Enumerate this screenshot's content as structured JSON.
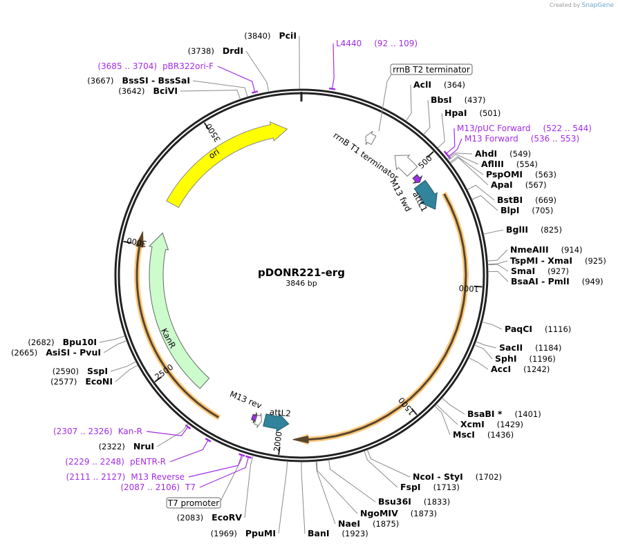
{
  "credit": {
    "prefix": "Created by",
    "brand": "SnapGene"
  },
  "plasmid": {
    "name": "pDONR221-erg",
    "length_label": "3846 bp",
    "length": 3846
  },
  "ticks": [
    "500",
    "1000",
    "1500",
    "2000",
    "2500",
    "3000",
    "3500"
  ],
  "colors": {
    "primer": "#a22be6",
    "ori": "#ffff00",
    "kanr": "#ccfccc",
    "att": "#31849b",
    "orange": "#fcc97b",
    "backbone": "#222222"
  },
  "features": [
    {
      "name": "ori",
      "start": 3194,
      "end": 3787,
      "color": "#ffff00"
    },
    {
      "name": "KanR",
      "start": 2370,
      "end": 3066,
      "color": "#ccfccc"
    },
    {
      "name": "",
      "start": 641,
      "end": 1955,
      "color": "#fcc97b"
    },
    {
      "name": "",
      "start": 2243,
      "end": 3050,
      "color": "#fcc97b"
    },
    {
      "name": "attL1",
      "start": 560,
      "end": 680,
      "color": "#31849b"
    },
    {
      "name": "attL2",
      "start": 1975,
      "end": 2075,
      "color": "#31849b"
    },
    {
      "name": "M13 fwd",
      "start": 522,
      "end": 553,
      "color": "#9b30e0"
    },
    {
      "name": "M13 rev",
      "start": 2108,
      "end": 2127,
      "color": "#9b30e0"
    },
    {
      "name": "rrnB T1 terminator",
      "start": 405,
      "end": 500,
      "color": "#ffffff"
    },
    {
      "name": "rrnB T2 terminator",
      "start": 265,
      "end": 300,
      "color": "#ffffff"
    },
    {
      "name": "T7 promoter",
      "start": 2087,
      "end": 2106,
      "color": "#ffffff"
    }
  ],
  "sites": [
    {
      "name": "AclI",
      "pos": "(364)",
      "bp": 364
    },
    {
      "name": "BbsI",
      "pos": "(437)",
      "bp": 437
    },
    {
      "name": "HpaI",
      "pos": "(501)",
      "bp": 501
    },
    {
      "name": "AhdI",
      "pos": "(549)",
      "bp": 549
    },
    {
      "name": "AflIII",
      "pos": "(554)",
      "bp": 554
    },
    {
      "name": "PspOMI",
      "pos": "(563)",
      "bp": 563
    },
    {
      "name": "ApaI",
      "pos": "(567)",
      "bp": 567
    },
    {
      "name": "BstBI",
      "pos": "(669)",
      "bp": 669
    },
    {
      "name": "BlpI",
      "pos": "(705)",
      "bp": 705
    },
    {
      "name": "BglII",
      "pos": "(825)",
      "bp": 825
    },
    {
      "name": "NmeAIII",
      "pos": "(914)",
      "bp": 914
    },
    {
      "name": "TspMI  - XmaI",
      "pos": "(925)",
      "bp": 925
    },
    {
      "name": "SmaI",
      "pos": "(927)",
      "bp": 927
    },
    {
      "name": "BsaAI  - PmlI",
      "pos": "(949)",
      "bp": 949
    },
    {
      "name": "PaqCI",
      "pos": "(1116)",
      "bp": 1116
    },
    {
      "name": "SacII",
      "pos": "(1184)",
      "bp": 1184
    },
    {
      "name": "SphI",
      "pos": "(1196)",
      "bp": 1196
    },
    {
      "name": "AccI",
      "pos": "(1242)",
      "bp": 1242
    },
    {
      "name": "BsaBI *",
      "pos": "(1401)",
      "bp": 1401
    },
    {
      "name": "XcmI",
      "pos": "(1429)",
      "bp": 1429
    },
    {
      "name": "MscI",
      "pos": "(1436)",
      "bp": 1436
    },
    {
      "name": "NcoI  - StyI",
      "pos": "(1702)",
      "bp": 1702
    },
    {
      "name": "FspI",
      "pos": "(1713)",
      "bp": 1713
    },
    {
      "name": "Bsu36I",
      "pos": "(1833)",
      "bp": 1833
    },
    {
      "name": "NgoMIV",
      "pos": "(1873)",
      "bp": 1873
    },
    {
      "name": "NaeI",
      "pos": "(1875)",
      "bp": 1875
    },
    {
      "name": "BanI",
      "pos": "(1923)",
      "bp": 1923
    },
    {
      "name": "PpuMI",
      "pos": "(1969)",
      "bp": 1969
    },
    {
      "name": "EcoRV",
      "pos": "(2083)",
      "bp": 2083
    },
    {
      "name": "NruI",
      "pos": "(2322)",
      "bp": 2322
    },
    {
      "name": "EcoNI",
      "pos": "(2577)",
      "bp": 2577
    },
    {
      "name": "SspI",
      "pos": "(2590)",
      "bp": 2590
    },
    {
      "name": "AsiSI  - PvuI",
      "pos": "(2665)",
      "bp": 2665
    },
    {
      "name": "Bpu10I",
      "pos": "(2682)",
      "bp": 2682
    },
    {
      "name": "BciVI",
      "pos": "(3642)",
      "bp": 3642
    },
    {
      "name": "BssSI  - BssSaI",
      "pos": "(3667)",
      "bp": 3667
    },
    {
      "name": "DrdI",
      "pos": "(3738)",
      "bp": 3738
    },
    {
      "name": "PciI",
      "pos": "(3840)",
      "bp": 3840
    }
  ],
  "primers": [
    {
      "name": "L4440",
      "range": "(92 .. 109)",
      "bp": 100
    },
    {
      "name": "M13/pUC Forward",
      "range": "(522 .. 544)",
      "bp": 533
    },
    {
      "name": "M13 Forward",
      "range": "(536 .. 553)",
      "bp": 545
    },
    {
      "name": "T7",
      "range": "(2087 .. 2106)",
      "bp": 2096
    },
    {
      "name": "M13 Reverse",
      "range": "(2111 .. 2127)",
      "bp": 2119
    },
    {
      "name": "pENTR-R",
      "range": "(2229 .. 2248)",
      "bp": 2238
    },
    {
      "name": "Kan-R",
      "range": "(2307 .. 2326)",
      "bp": 2316
    },
    {
      "name": "pBR322ori-F",
      "range": "(3685 .. 3704)",
      "bp": 3694
    }
  ]
}
